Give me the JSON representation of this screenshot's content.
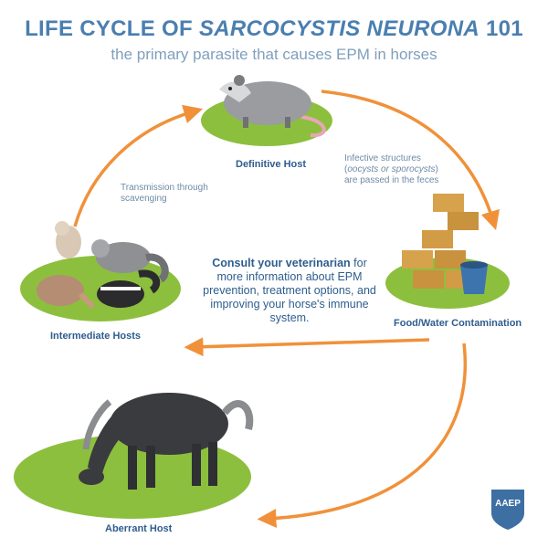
{
  "header": {
    "title_prefix": "LIFE CYCLE OF ",
    "title_italic": "SARCOCYSTIS NEURONA",
    "title_suffix": " 101",
    "subtitle": "the primary parasite that causes EPM in horses"
  },
  "nodes": {
    "definitive_host": "Definitive Host",
    "food_water": "Food/Water Contamination",
    "intermediate_hosts": "Intermediate Hosts",
    "aberrant_host": "Aberrant Host"
  },
  "notes": {
    "infective_line1": "Infective structures",
    "infective_open": "(",
    "infective_italic": "oocysts or sporocysts",
    "infective_close": ")",
    "infective_line3": "are passed in the feces",
    "transmission_line1": "Transmission through",
    "transmission_line2": "scavenging"
  },
  "center": {
    "bold": "Consult your veterinarian",
    "rest": " for more information about EPM prevention, treatment options, and improving your horse's immune system."
  },
  "logo": {
    "text": "AAEP"
  },
  "colors": {
    "title": "#4a7fb0",
    "arrow": "#f0913a",
    "grass": "#8dbf3e",
    "label": "#2e5d8e"
  }
}
